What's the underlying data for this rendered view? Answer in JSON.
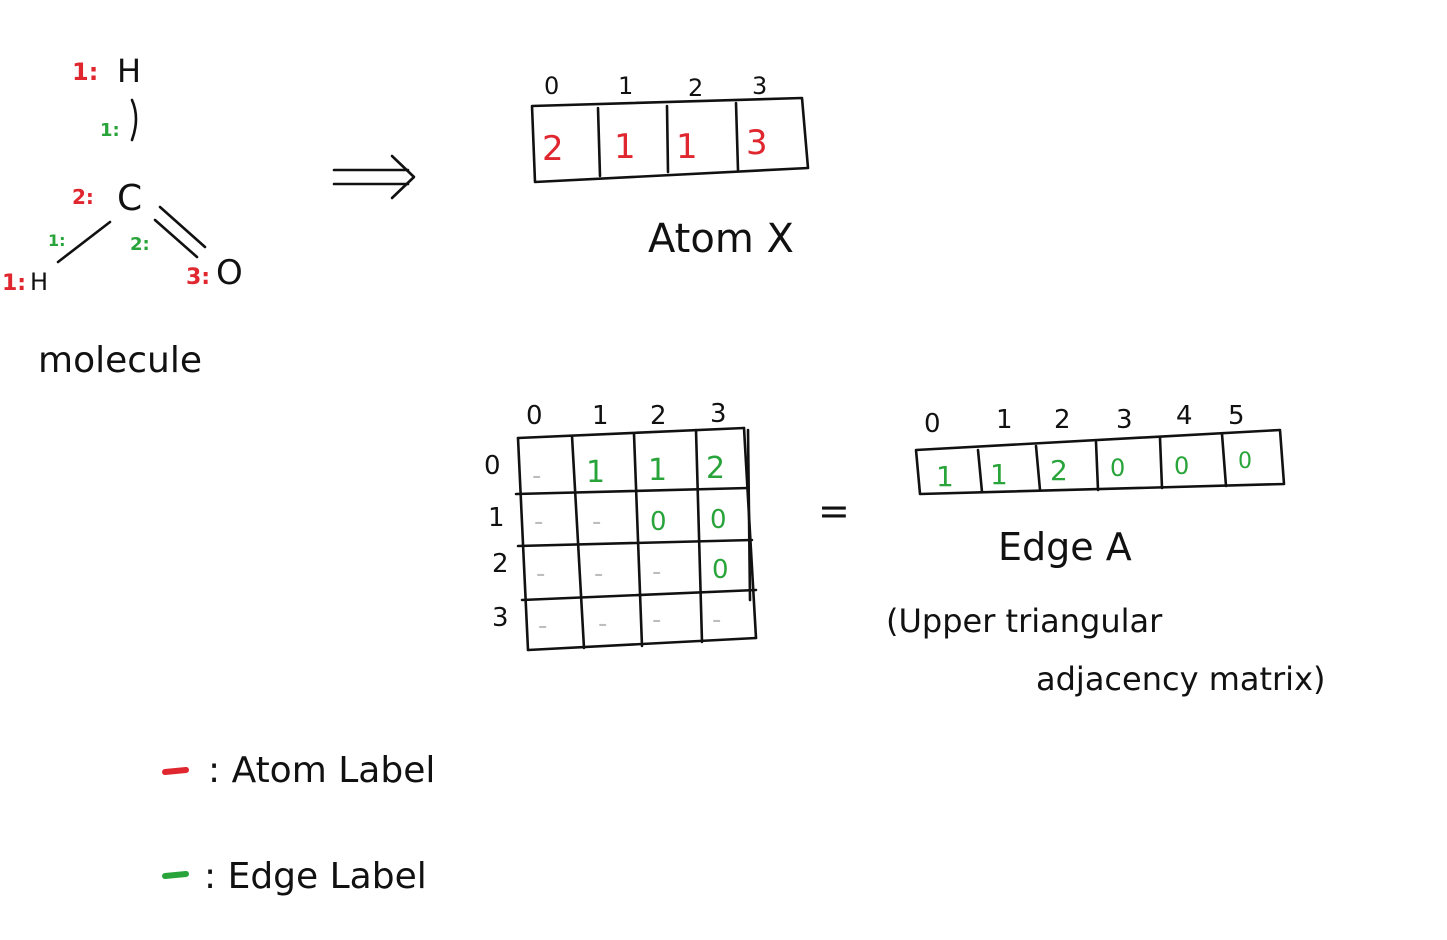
{
  "molecule": {
    "caption": "molecule",
    "atoms": [
      {
        "index_label": "1:",
        "symbol": "H"
      },
      {
        "index_label": "2:",
        "symbol": "C"
      },
      {
        "index_label": "1:",
        "symbol": "H"
      },
      {
        "index_label": "3:",
        "symbol": "O"
      }
    ],
    "bonds": [
      {
        "label": "1:"
      },
      {
        "label": "1:"
      },
      {
        "label": "2:"
      }
    ]
  },
  "arrow": "⟹",
  "atom_x": {
    "caption": "Atom X",
    "indices": [
      "0",
      "1",
      "2",
      "3"
    ],
    "values": [
      "2",
      "1",
      "1",
      "3"
    ]
  },
  "adjacency": {
    "col_headers": [
      "0",
      "1",
      "2",
      "3"
    ],
    "row_headers": [
      "0",
      "1",
      "2",
      "3"
    ],
    "cells": [
      [
        "-",
        "1",
        "1",
        "2"
      ],
      [
        "-",
        "-",
        "0",
        "0"
      ],
      [
        "-",
        "-",
        "-",
        "0"
      ],
      [
        "-",
        "-",
        "-",
        "-"
      ]
    ]
  },
  "equals": "=",
  "edge_a": {
    "caption": "Edge A",
    "indices": [
      "0",
      "1",
      "2",
      "3",
      "4",
      "5"
    ],
    "values": [
      "1",
      "1",
      "2",
      "0",
      "0",
      "0"
    ],
    "note_line1": "(Upper triangular",
    "note_line2": "adjacency matrix)"
  },
  "legend": [
    {
      "color": "#e0262e",
      "text": ": Atom Label"
    },
    {
      "color": "#28a43a",
      "text": ": Edge Label"
    }
  ]
}
